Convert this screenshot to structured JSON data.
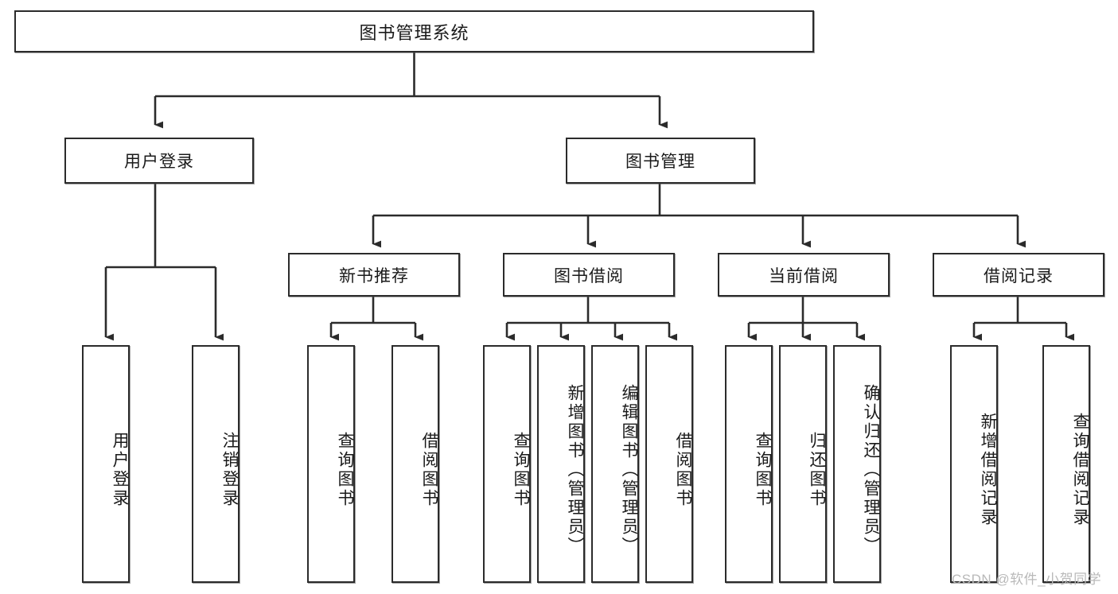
{
  "diagram": {
    "type": "tree",
    "title": "图书管理系统",
    "root": {
      "label": "图书管理系统"
    },
    "level1": [
      {
        "id": "user-login",
        "label": "用户登录"
      },
      {
        "id": "book-manage",
        "label": "图书管理"
      }
    ],
    "level2": [
      {
        "id": "new-book-recommend",
        "label": "新书推荐",
        "parent": "book-manage"
      },
      {
        "id": "book-borrow",
        "label": "图书借阅",
        "parent": "book-manage"
      },
      {
        "id": "current-borrow",
        "label": "当前借阅",
        "parent": "book-manage"
      },
      {
        "id": "borrow-record",
        "label": "借阅记录",
        "parent": "book-manage"
      }
    ],
    "leaves": [
      {
        "id": "leaf-user-login",
        "label": "用户登录",
        "parent": "user-login"
      },
      {
        "id": "leaf-user-logout",
        "label": "注销登录",
        "parent": "user-login"
      },
      {
        "id": "leaf-query-book-1",
        "label": "查询图书",
        "parent": "new-book-recommend"
      },
      {
        "id": "leaf-borrow-book-1",
        "label": "借阅图书",
        "parent": "new-book-recommend"
      },
      {
        "id": "leaf-query-book-2",
        "label": "查询图书",
        "parent": "book-borrow"
      },
      {
        "id": "leaf-add-book",
        "label": "新增图书（管理员）",
        "parent": "book-borrow"
      },
      {
        "id": "leaf-edit-book",
        "label": "编辑图书（管理员）",
        "parent": "book-borrow"
      },
      {
        "id": "leaf-borrow-book-2",
        "label": "借阅图书",
        "parent": "book-borrow"
      },
      {
        "id": "leaf-query-book-3",
        "label": "查询图书",
        "parent": "current-borrow"
      },
      {
        "id": "leaf-return-book",
        "label": "归还图书",
        "parent": "current-borrow"
      },
      {
        "id": "leaf-confirm-return",
        "label": "确认归还（管理员）",
        "parent": "current-borrow"
      },
      {
        "id": "leaf-add-record",
        "label": "新增借阅记录",
        "parent": "borrow-record"
      },
      {
        "id": "leaf-query-record",
        "label": "查询借阅记录",
        "parent": "borrow-record"
      }
    ],
    "colors": {
      "stroke": "#2b2b2b",
      "fill": "#ffffff",
      "text": "#1a1a1a",
      "watermark": "#b9b9b9"
    }
  },
  "watermark": {
    "text": "CSDN @软件_小贺同学"
  }
}
